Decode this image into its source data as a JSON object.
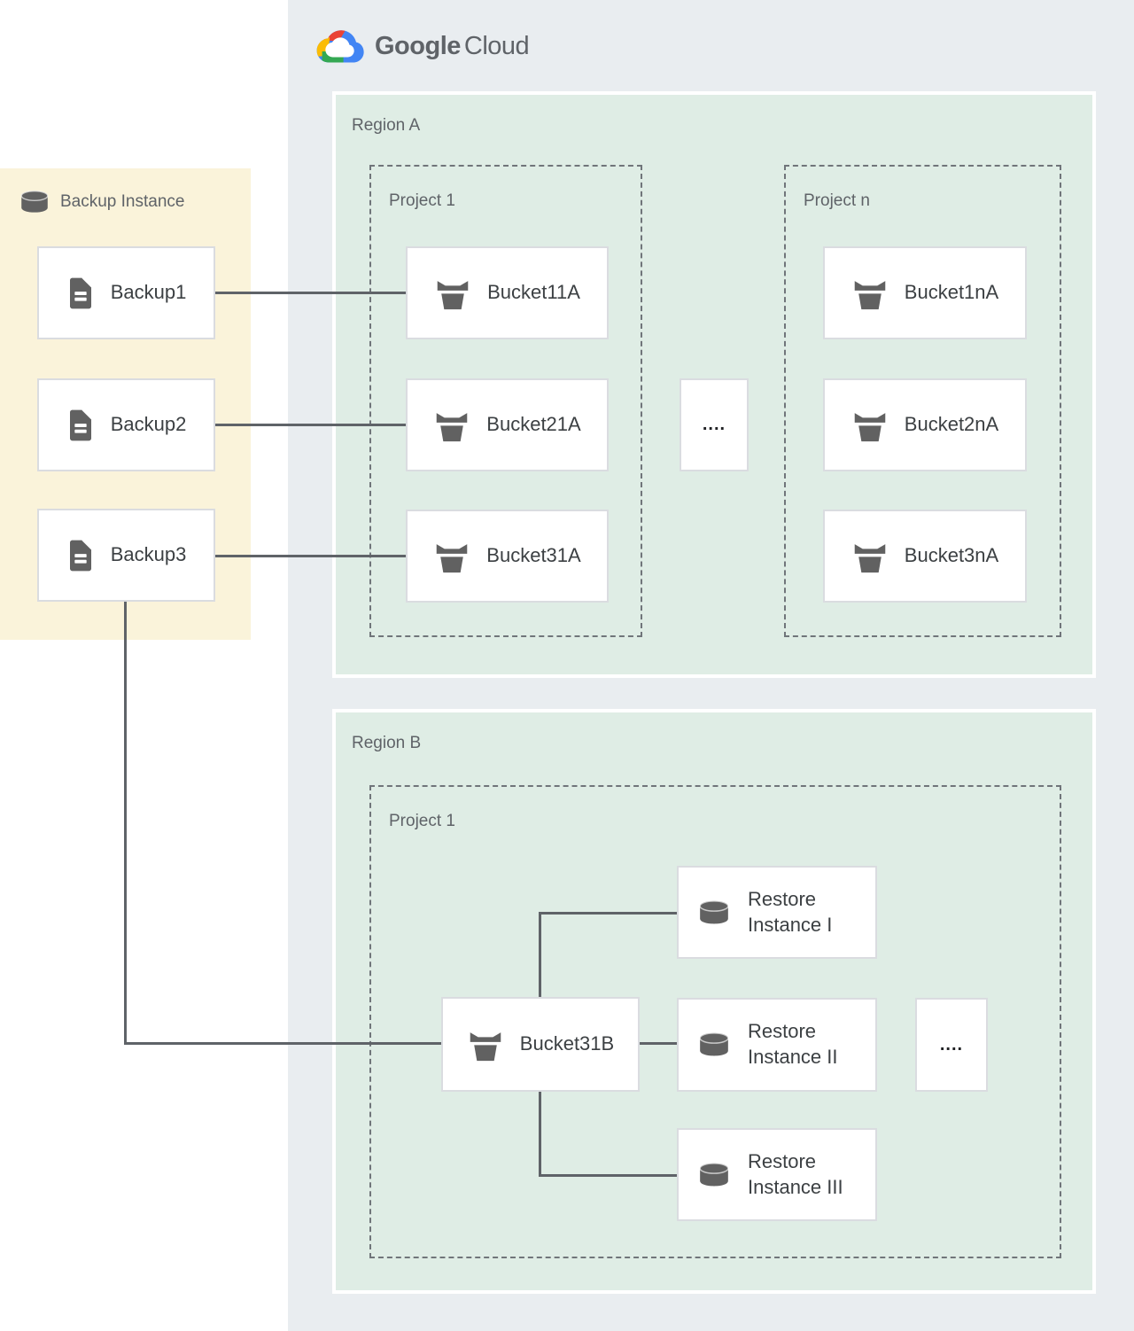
{
  "logo": {
    "brand": "Google",
    "product": "Cloud"
  },
  "backup_panel": {
    "title": "Backup Instance",
    "items": [
      {
        "label": "Backup1"
      },
      {
        "label": "Backup2"
      },
      {
        "label": "Backup3"
      }
    ]
  },
  "region_a": {
    "label": "Region A",
    "ellipsis": "....",
    "projects": [
      {
        "label": "Project 1",
        "buckets": [
          {
            "label": "Bucket11A"
          },
          {
            "label": "Bucket21A"
          },
          {
            "label": "Bucket31A"
          }
        ]
      },
      {
        "label": "Project n",
        "buckets": [
          {
            "label": "Bucket1nA"
          },
          {
            "label": "Bucket2nA"
          },
          {
            "label": "Bucket3nA"
          }
        ]
      }
    ]
  },
  "region_b": {
    "label": "Region B",
    "project": {
      "label": "Project 1",
      "bucket": {
        "label": "Bucket31B"
      },
      "ellipsis": "....",
      "restore_instances": [
        {
          "label": "Restore Instance I"
        },
        {
          "label": "Restore Instance II"
        },
        {
          "label": "Restore Instance III"
        }
      ]
    }
  },
  "colors": {
    "canvas": "#ffffff",
    "cloud_panel": "#e9edf0",
    "region_panel": "#dfede5",
    "backup_panel": "#faf3da",
    "node_border": "#dadce0",
    "connector": "#5f6368",
    "icon": "#616161",
    "label_text": "#3c4043",
    "muted_text": "#5f6368",
    "logo_red": "#ea4335",
    "logo_blue": "#4285f4",
    "logo_green": "#34a853",
    "logo_yellow": "#fbbc05"
  }
}
